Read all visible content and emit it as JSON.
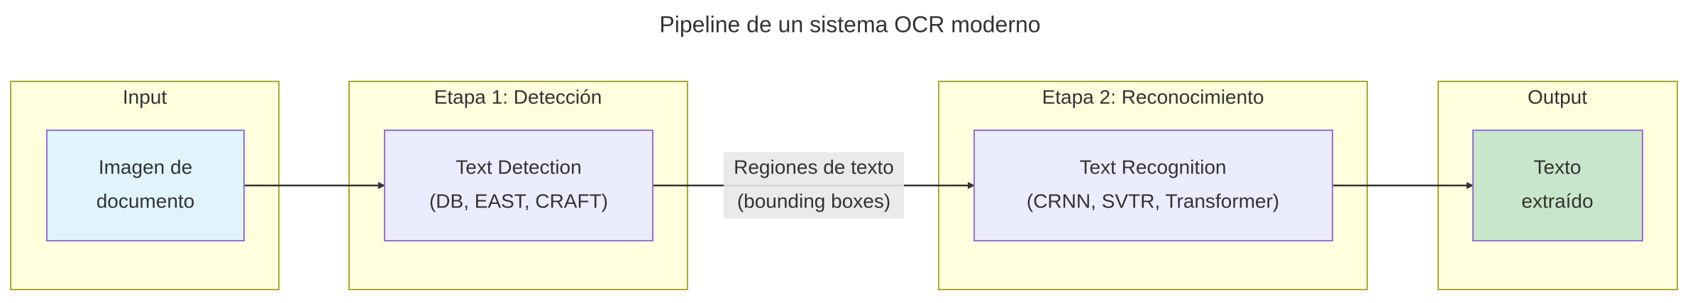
{
  "title": "Pipeline de un sistema OCR moderno",
  "clusters": [
    {
      "label": "Input"
    },
    {
      "label": "Etapa 1: Detección"
    },
    {
      "label": "Etapa 2: Reconocimiento"
    },
    {
      "label": "Output"
    }
  ],
  "nodes": [
    {
      "line1": "Imagen de",
      "line2": "documento",
      "fill": "#e0f4fc"
    },
    {
      "line1": "Text Detection",
      "line2": "(DB, EAST, CRAFT)",
      "fill": "#ececff"
    },
    {
      "line1": "Text Recognition",
      "line2": "(CRNN, SVTR, Transformer)",
      "fill": "#ececff"
    },
    {
      "line1": "Texto",
      "line2": "extraído",
      "fill": "#c8e6c9"
    }
  ],
  "edge_label": {
    "line1": "Regiones de texto",
    "line2": "(bounding boxes)"
  }
}
